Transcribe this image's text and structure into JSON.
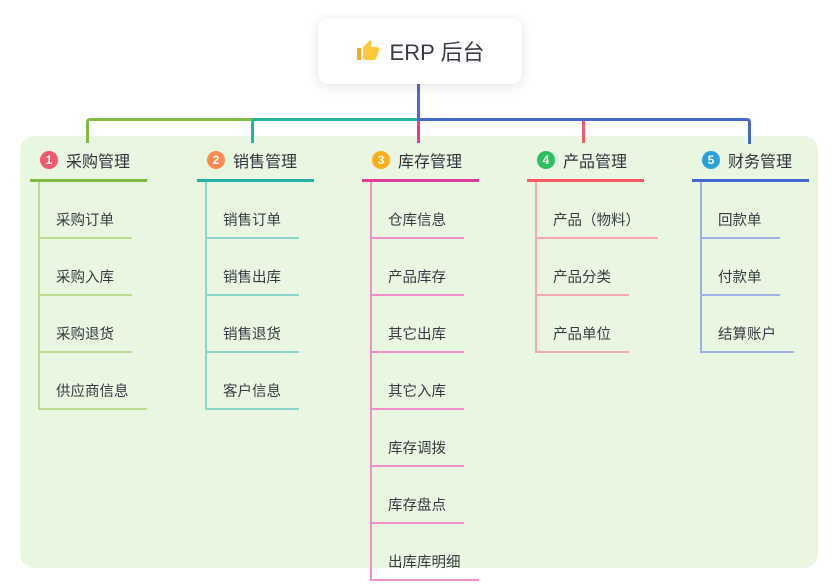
{
  "root": {
    "title": "ERP 后台",
    "icon": "thumbs-up-icon"
  },
  "colors": {
    "panel_background": "#E9F6E2",
    "root_connector": "#5A65D2",
    "root_card_background": "#FFFFFF",
    "title_text": "#32323C",
    "child_text": "#3A3A42"
  },
  "branches": [
    {
      "index": "1",
      "title": "采购管理",
      "color": "#82BB42",
      "light_color": "#BCDC92",
      "badge_color": "#F4576E",
      "children": [
        "采购订单",
        "采购入库",
        "采购退货",
        "供应商信息"
      ]
    },
    {
      "index": "2",
      "title": "销售管理",
      "color": "#26B3A6",
      "light_color": "#8AD6CC",
      "badge_color": "#FB8B4E",
      "children": [
        "销售订单",
        "销售出库",
        "销售退货",
        "客户信息"
      ]
    },
    {
      "index": "3",
      "title": "库存管理",
      "color": "#DD3D9B",
      "light_color": "#F090C8",
      "badge_color": "#FCAF17",
      "children": [
        "仓库信息",
        "产品库存",
        "其它出库",
        "其它入库",
        "库存调拨",
        "库存盘点",
        "出库库明细"
      ]
    },
    {
      "index": "4",
      "title": "产品管理",
      "color": "#F45B64",
      "light_color": "#F8A9AE",
      "badge_color": "#2DBE60",
      "children": [
        "产品（物料）",
        "产品分类",
        "产品单位"
      ]
    },
    {
      "index": "5",
      "title": "财务管理",
      "color": "#4467CE",
      "light_color": "#9DB1E4",
      "badge_color": "#2AA0DB",
      "children": [
        "回款单",
        "付款单",
        "结算账户"
      ]
    }
  ]
}
